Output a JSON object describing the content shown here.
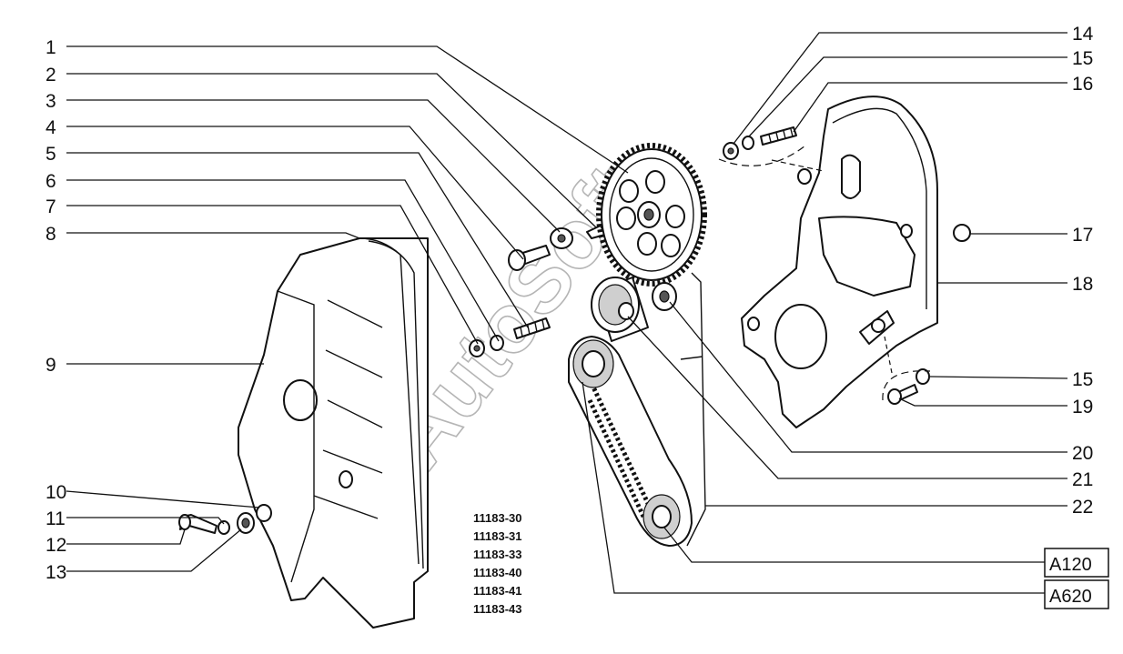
{
  "diagram": {
    "watermark": "AutoSoft",
    "callouts": [
      {
        "id": "1",
        "label": "1"
      },
      {
        "id": "2",
        "label": "2"
      },
      {
        "id": "3",
        "label": "3"
      },
      {
        "id": "4",
        "label": "4"
      },
      {
        "id": "5",
        "label": "5"
      },
      {
        "id": "6",
        "label": "6"
      },
      {
        "id": "7",
        "label": "7"
      },
      {
        "id": "8",
        "label": "8"
      },
      {
        "id": "9",
        "label": "9"
      },
      {
        "id": "10",
        "label": "10"
      },
      {
        "id": "11",
        "label": "11"
      },
      {
        "id": "12",
        "label": "12"
      },
      {
        "id": "13",
        "label": "13"
      },
      {
        "id": "14",
        "label": "14"
      },
      {
        "id": "15a",
        "label": "15"
      },
      {
        "id": "16",
        "label": "16"
      },
      {
        "id": "17",
        "label": "17"
      },
      {
        "id": "18",
        "label": "18"
      },
      {
        "id": "15b",
        "label": "15"
      },
      {
        "id": "19",
        "label": "19"
      },
      {
        "id": "20",
        "label": "20"
      },
      {
        "id": "21",
        "label": "21"
      },
      {
        "id": "22",
        "label": "22"
      }
    ],
    "ref_codes": [
      "11183-30",
      "11183-31",
      "11183-33",
      "11183-40",
      "11183-41",
      "11183-43"
    ],
    "boxes": [
      {
        "label": "A120"
      },
      {
        "label": "A620"
      }
    ]
  }
}
